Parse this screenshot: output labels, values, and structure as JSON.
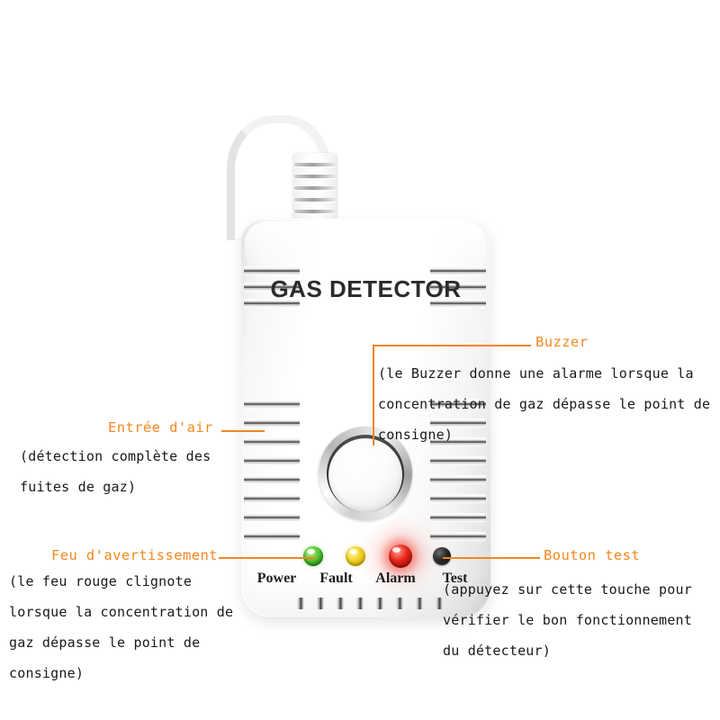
{
  "device": {
    "brand_label": "GAS DETECTOR",
    "leds": [
      {
        "name": "power",
        "label": "Power",
        "color": "#3cbe28",
        "state": "on"
      },
      {
        "name": "fault",
        "label": "Fault",
        "color": "#f2d52b",
        "state": "on"
      },
      {
        "name": "alarm",
        "label": "Alarm",
        "color": "#e8271c",
        "state": "glowing"
      },
      {
        "name": "test",
        "label": "Test",
        "color": "#000000",
        "state": "button"
      }
    ]
  },
  "annotations": {
    "accent_color": "#f5871f",
    "air_inlet": {
      "title": "Entrée d'air",
      "lines": [
        "(détection complète des",
        "fuites de gaz)"
      ]
    },
    "buzzer": {
      "title": "Buzzer",
      "lines": [
        "(le Buzzer donne une alarme lorsque la",
        "concentration de gaz dépasse le point de",
        "consigne)"
      ]
    },
    "warning_light": {
      "title": "Feu d'avertissement",
      "lines": [
        "(le feu rouge clignote",
        "lorsque la concentration de",
        "gaz dépasse le point de",
        "consigne)"
      ]
    },
    "test_button": {
      "title": "Bouton test",
      "lines": [
        "(appuyez sur cette touche pour",
        "vérifier le bon fonctionnement",
        "du détecteur)"
      ]
    }
  }
}
